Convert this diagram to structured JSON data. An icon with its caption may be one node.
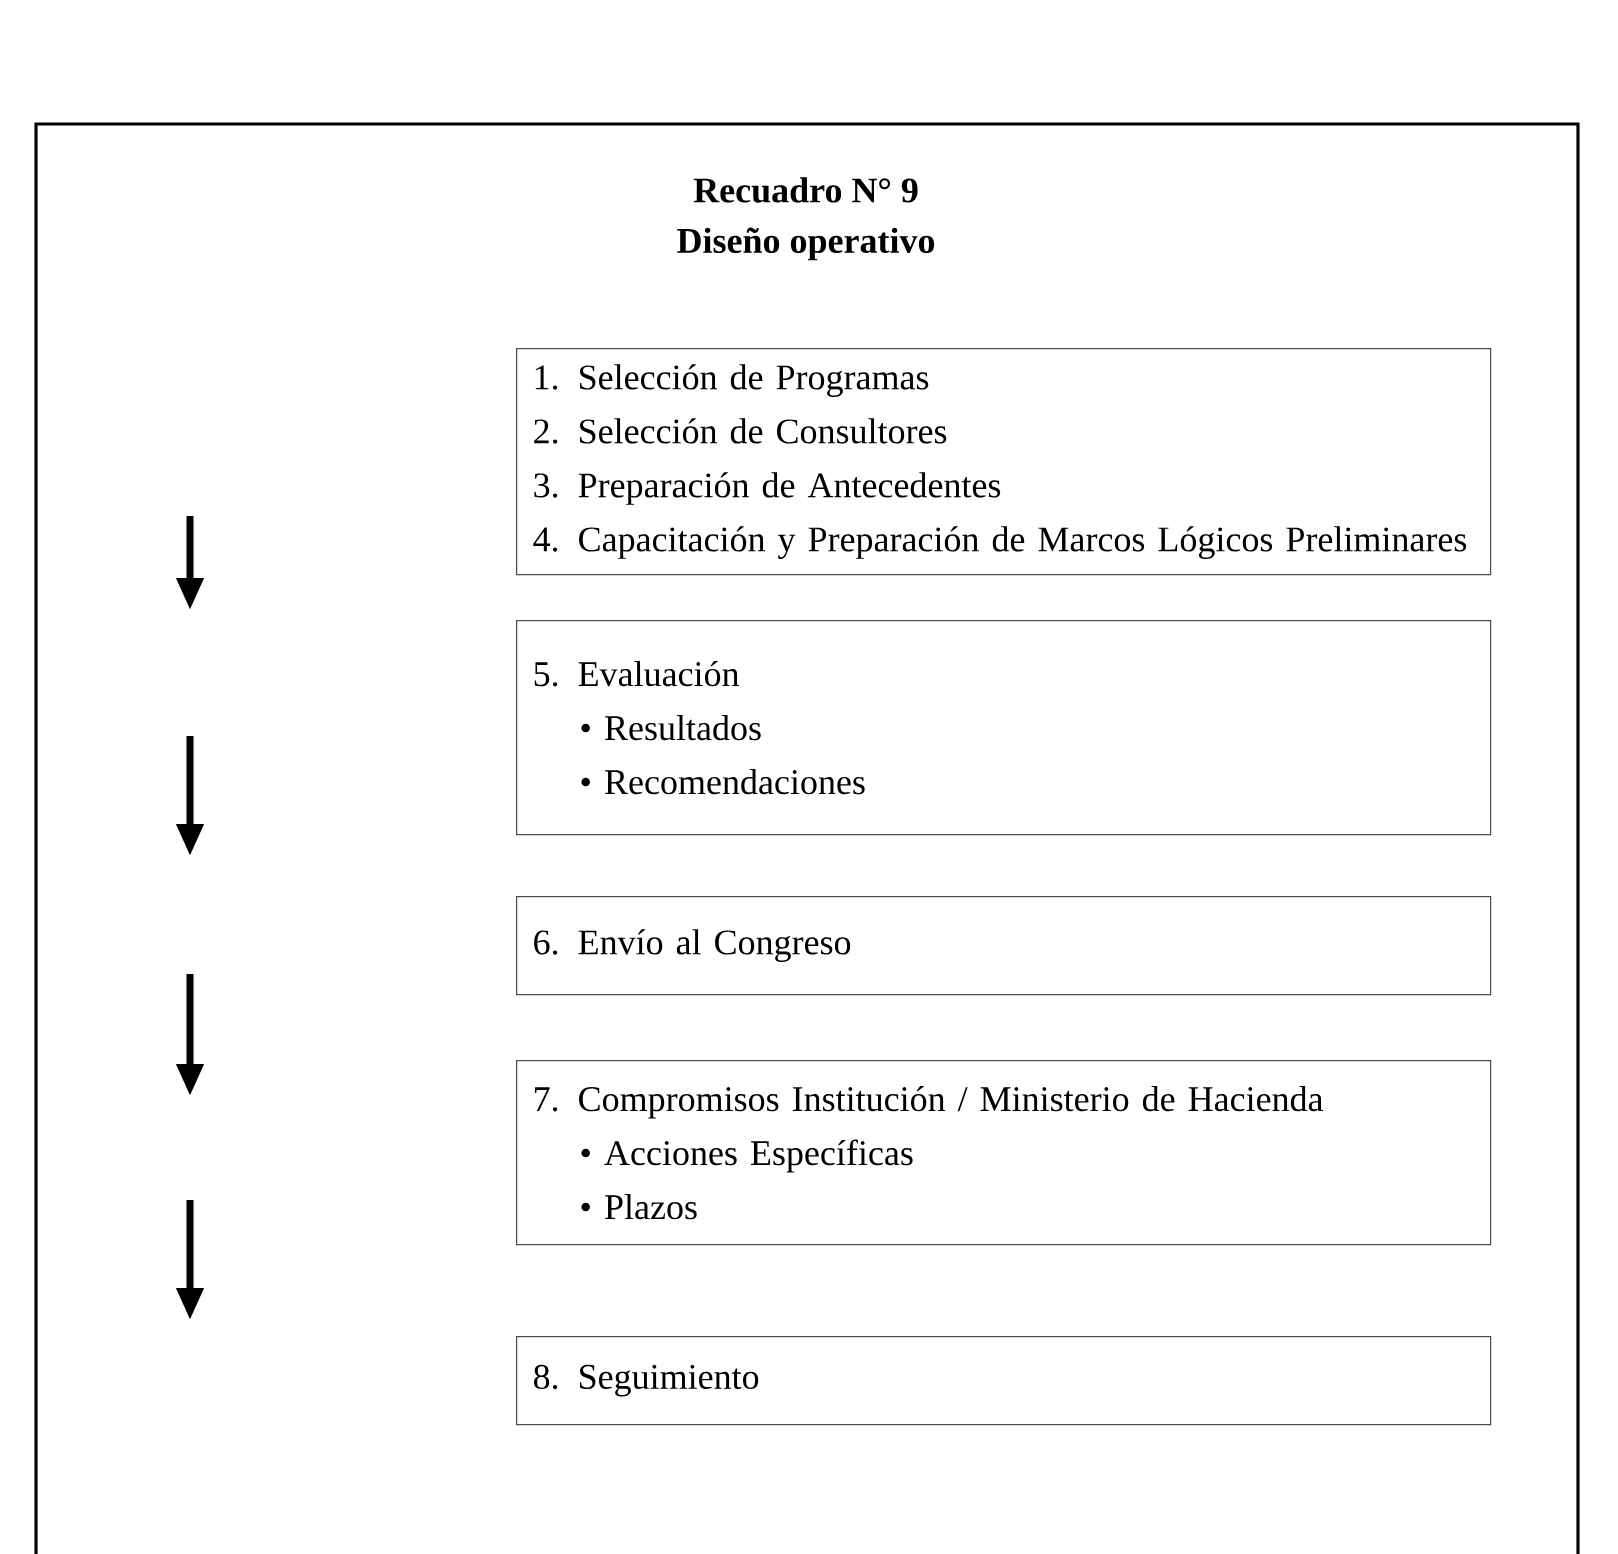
{
  "diagram": {
    "title": "Recuadro N° 9",
    "nodes": [
      {
        "text": [
          "1. Selección de Programas",
          "2. Selección de Consultores",
          "3. Preparación de Antecedentes",
          "4. Capacitación y Preparación de Marcos Lógicos Preliminares"
        ]
      },
      {
        "text": [
          "5. Evaluación",
          "• Resultados",
          "• Recomendaciones"
        ]
      },
      {
        "text": [
          "6. Envío al Congreso"
        ]
      },
      {
        "text": [
          "7. Compromisos Institución / Ministerio de Hacienda",
          "• Acciones Específicas",
          "• Plazos"
        ]
      },
      {
        "text": [
          "8. Seguimiento"
        ]
      }
    ],
    "labels": [
      "Diseño operativo"
    ]
  }
}
